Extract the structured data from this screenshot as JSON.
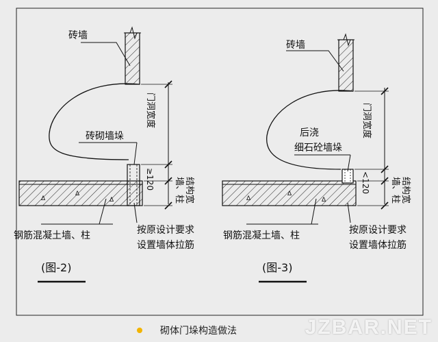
{
  "figures": [
    {
      "wall_label": "砖墙",
      "lintel_label": [
        "砖砌墙垛"
      ],
      "height_dim": "门洞宽度",
      "small_dim": "≥120",
      "width_dim": [
        "墙、柱",
        "结构宽"
      ],
      "concrete_label": "钢筋混凝土墙、柱",
      "rebar_label": [
        "按原设计要求",
        "设置墙体拉筋"
      ],
      "figure_label": "(图-2)"
    },
    {
      "wall_label": "砖墙",
      "lintel_label": [
        "后浇",
        "细石砼墙垛"
      ],
      "height_dim": "门洞宽度",
      "small_dim": "<120",
      "width_dim": [
        "墙、柱",
        "结构宽"
      ],
      "concrete_label": "钢筋混凝土墙、柱",
      "rebar_label": [
        "按原设计要求",
        "设置墙体拉筋"
      ],
      "figure_label": "(图-3)"
    }
  ],
  "caption": "砌体门垛构造做法",
  "watermark": "JZBAR.NET",
  "colors": {
    "background": "#ececec",
    "bullet": "#f2b400",
    "line": "#111111"
  }
}
